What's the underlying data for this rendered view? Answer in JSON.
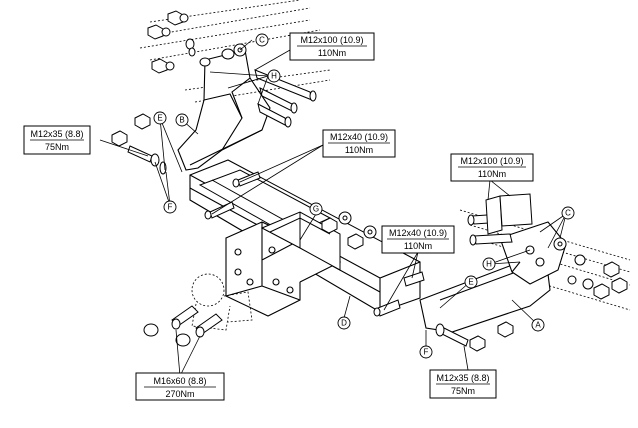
{
  "labels": {
    "bolt_top": {
      "spec": "M12x100 (10.9)",
      "torque": "110Nm"
    },
    "bolt_mid": {
      "spec": "M12x40 (10.9)",
      "torque": "110Nm"
    },
    "bolt_left": {
      "spec": "M12x35 (8.8)",
      "torque": "75Nm"
    },
    "bolt_right_top": {
      "spec": "M12x100 (10.9)",
      "torque": "110Nm"
    },
    "bolt_center": {
      "spec": "M12x40 (10.9)",
      "torque": "110Nm"
    },
    "bolt_bottom_left": {
      "spec": "M16x60 (8.8)",
      "torque": "270Nm"
    },
    "bolt_bottom_right": {
      "spec": "M12x35 (8.8)",
      "torque": "75Nm"
    }
  },
  "part_letters": {
    "c_top": "C",
    "h_top": "H",
    "e_left": "E",
    "b_left": "B",
    "f_left": "F",
    "g_center": "G",
    "d_bottom": "D",
    "e_right": "E",
    "f_right": "F",
    "c_right": "C",
    "h_right": "H",
    "a_right": "A"
  }
}
